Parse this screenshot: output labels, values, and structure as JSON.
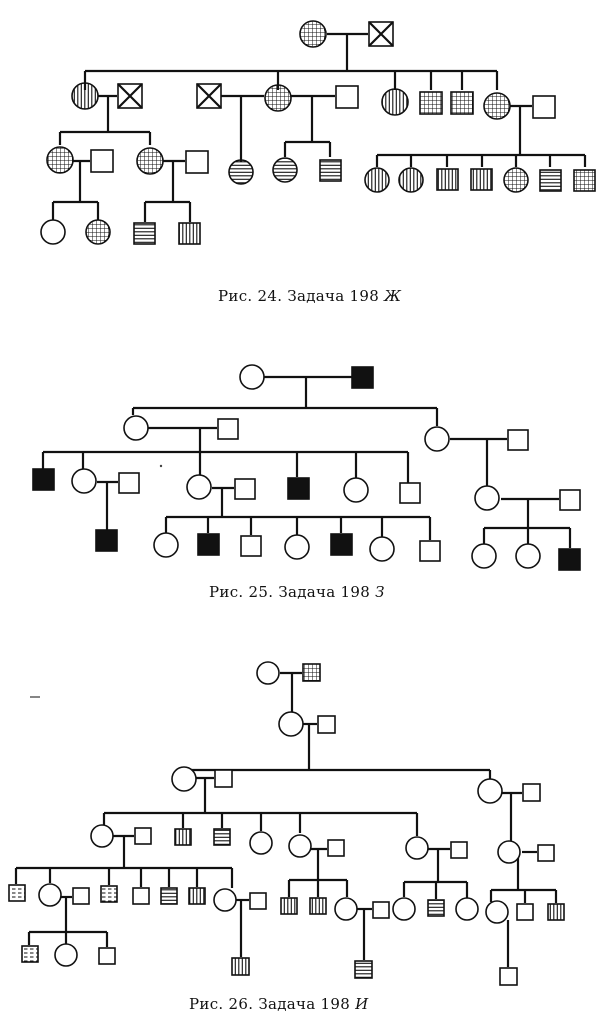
{
  "figures": [
    {
      "id": "fig24",
      "prefix": "Рис. 24. Задача 198",
      "letter": "Ж"
    },
    {
      "id": "fig25",
      "prefix": "Рис. 25. Задача 198",
      "letter": "З"
    },
    {
      "id": "fig26",
      "prefix": "Рис. 26. Задача 198",
      "letter": "И"
    }
  ],
  "legend_phenotypes": [
    "normal",
    "crosshatch",
    "vertical",
    "horizontal",
    "solid",
    "crossed-out"
  ],
  "colors": {
    "ink": "#111111",
    "background": "#ffffff"
  }
}
